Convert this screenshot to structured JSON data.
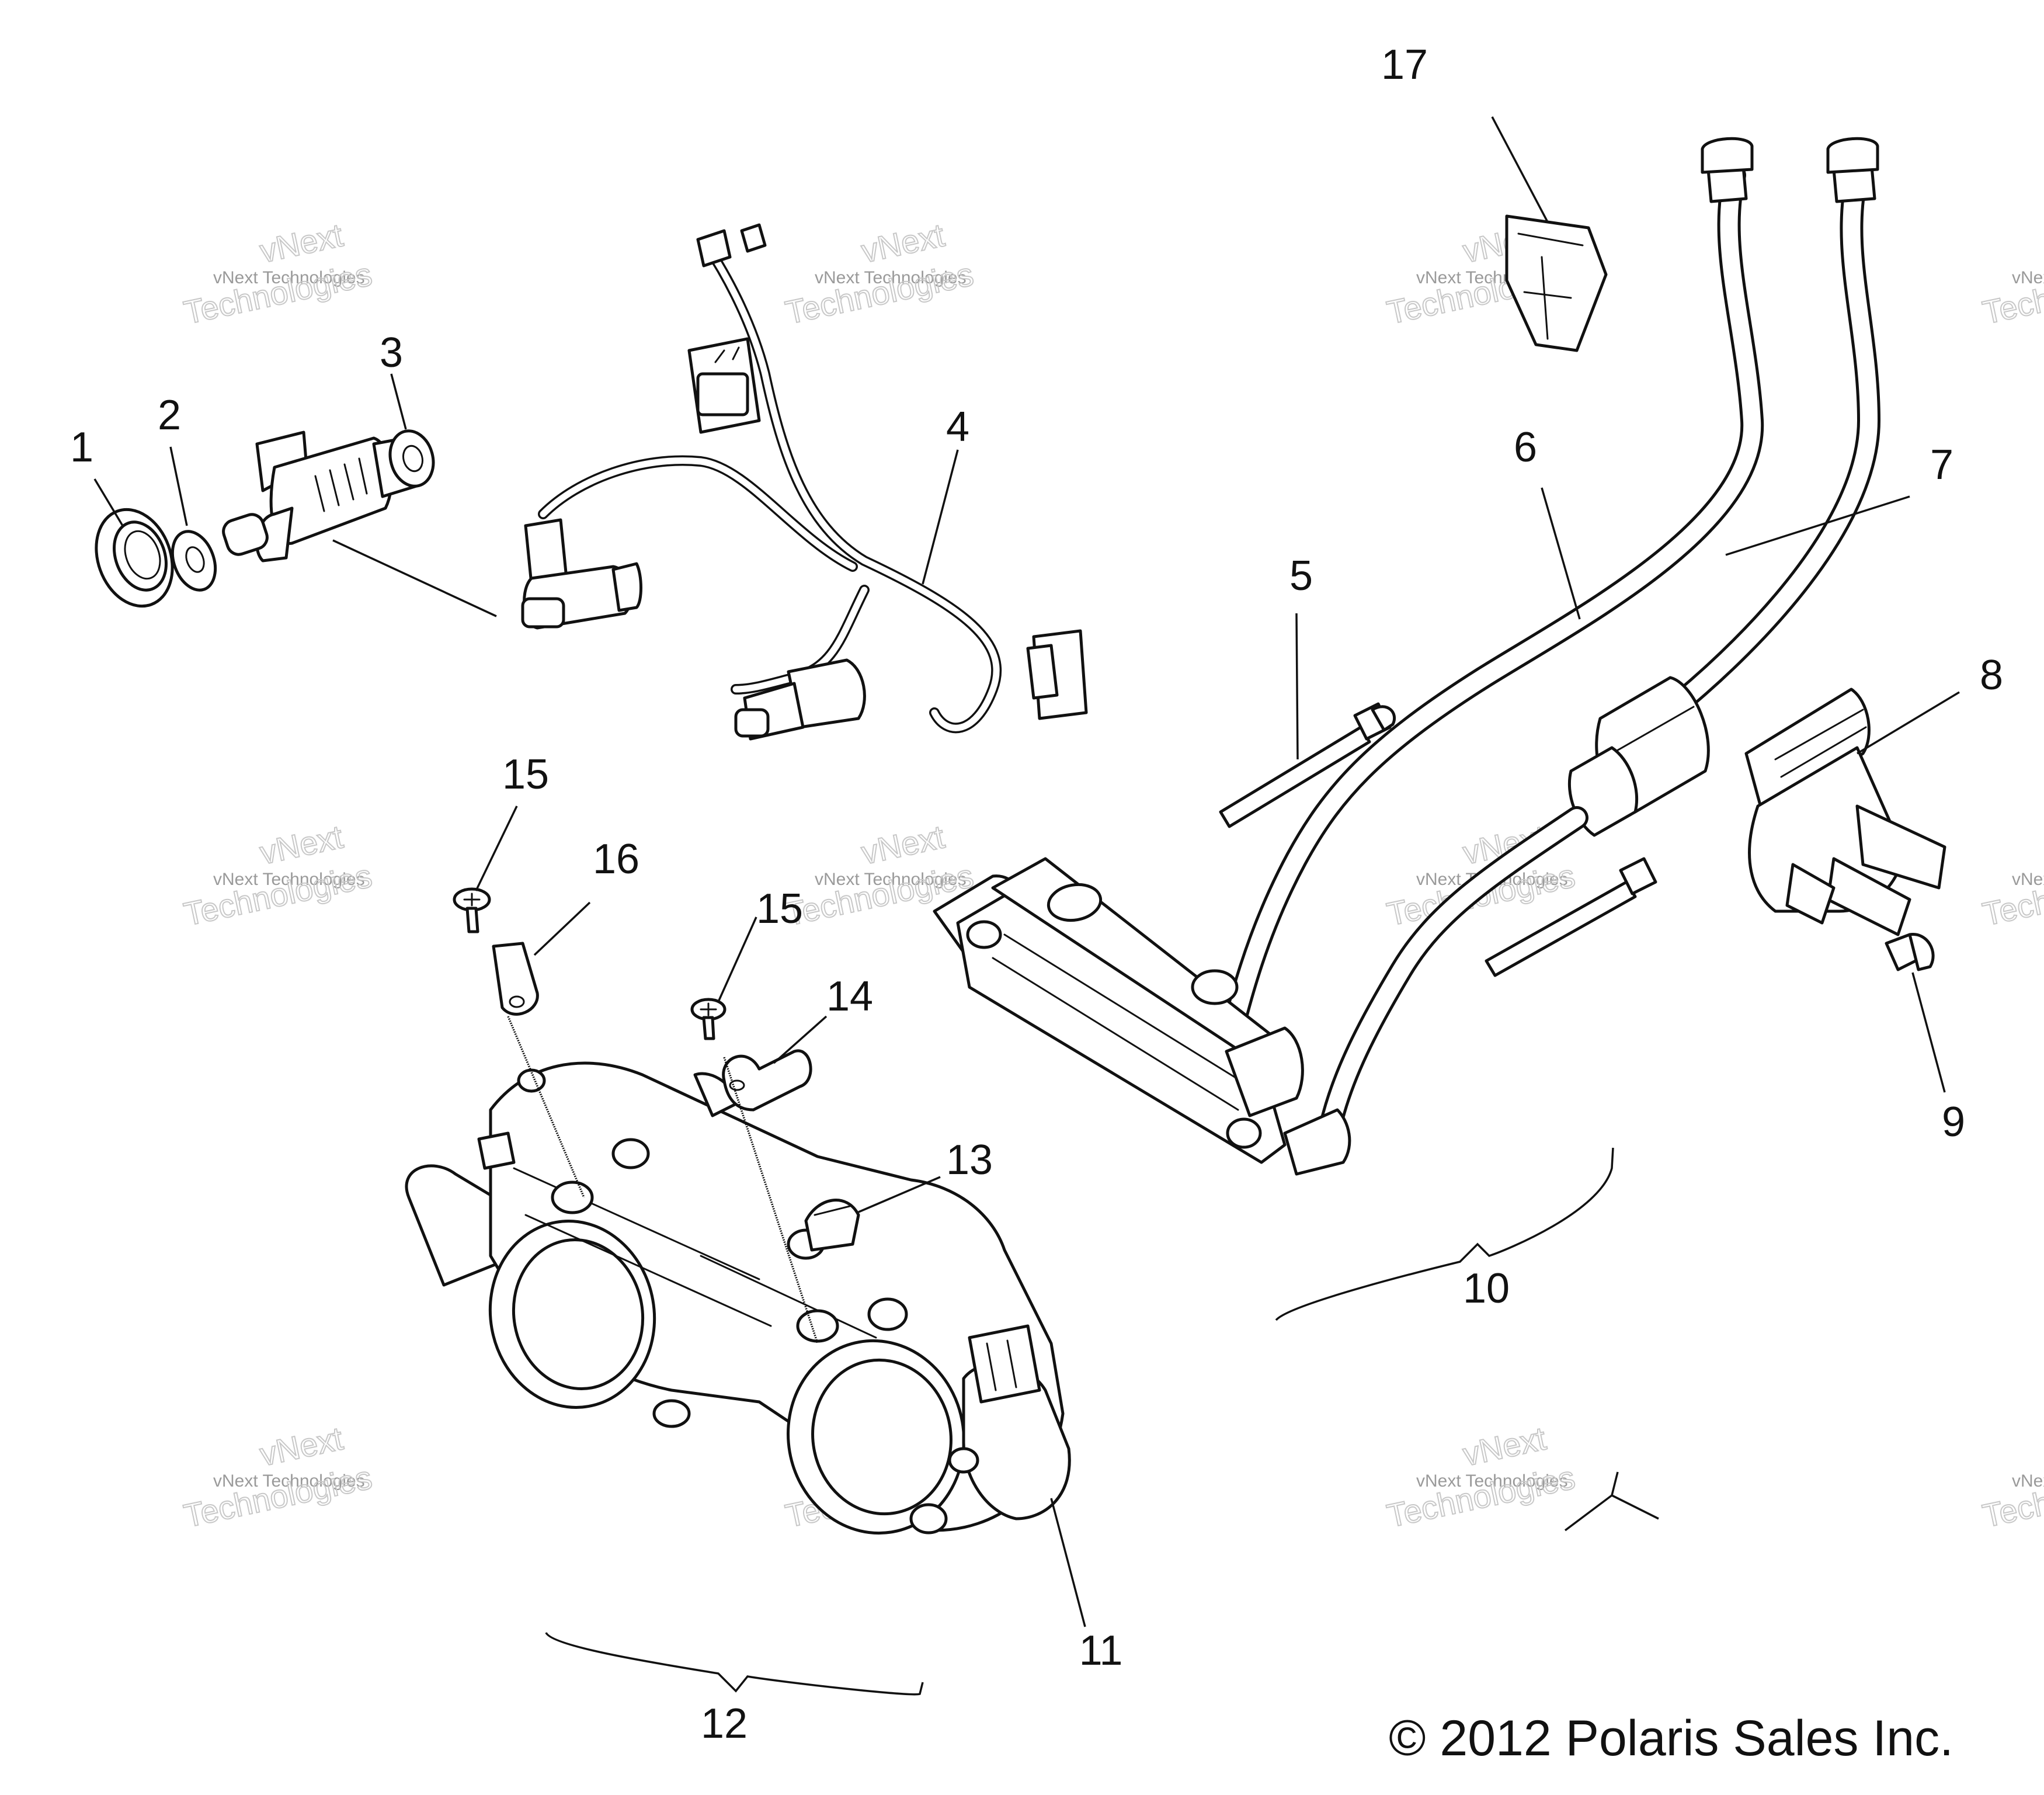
{
  "callouts": {
    "c1": "1",
    "c2": "2",
    "c3": "3",
    "c4": "4",
    "c5": "5",
    "c6": "6",
    "c7": "7",
    "c8": "8",
    "c9": "9",
    "c10": "10",
    "c11": "11",
    "c12": "12",
    "c13": "13",
    "c14": "14",
    "c15a": "15",
    "c15b": "15",
    "c16": "16",
    "c17": "17"
  },
  "copyright": "© 2012 Polaris Sales Inc.",
  "watermark": {
    "line1": "vNext",
    "line2": "vNext Technologies",
    "line3": "Technologies"
  }
}
